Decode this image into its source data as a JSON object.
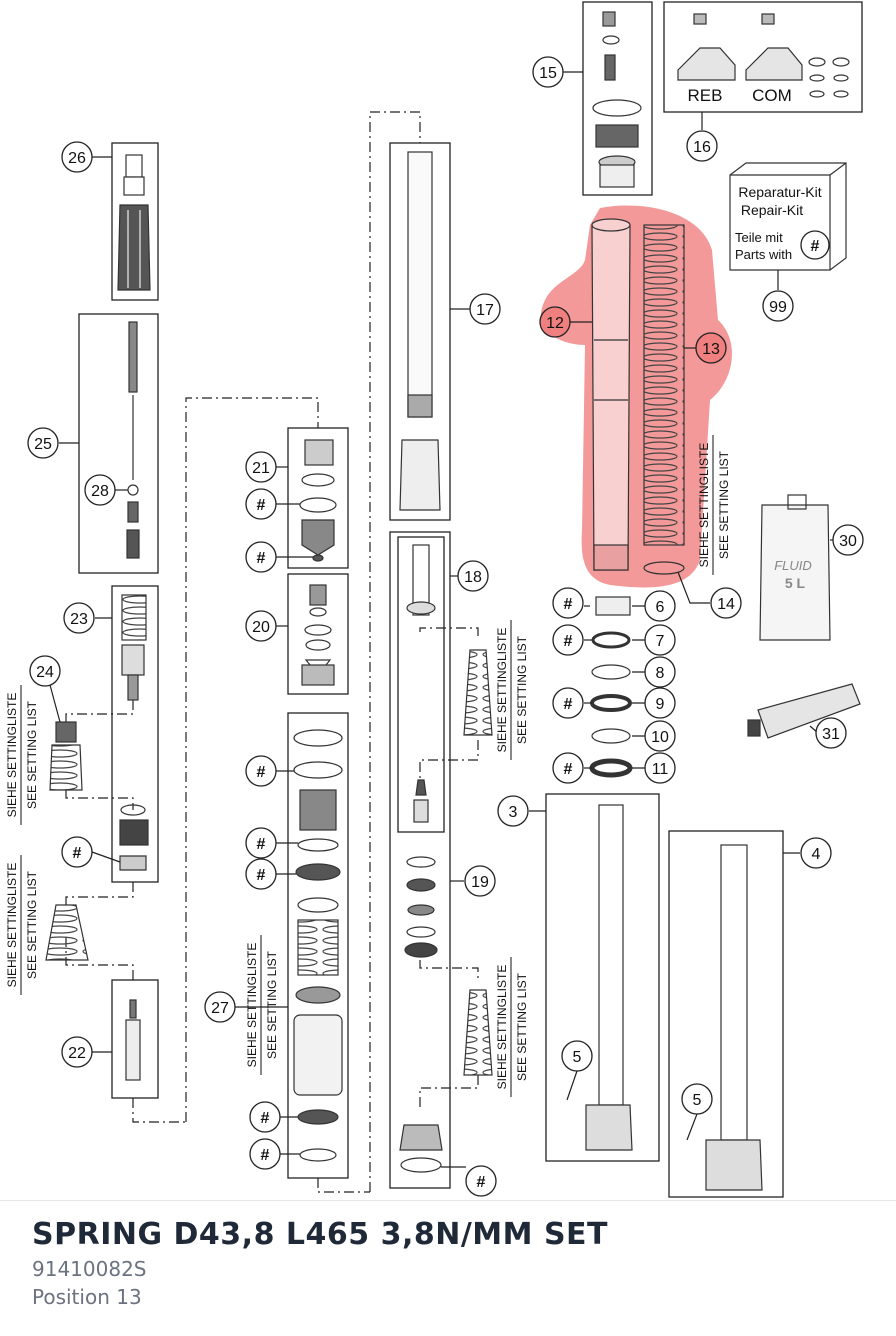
{
  "diagram": {
    "callouts": [
      "3",
      "4",
      "5",
      "5",
      "6",
      "7",
      "8",
      "9",
      "10",
      "11",
      "12",
      "13",
      "14",
      "15",
      "16",
      "17",
      "18",
      "19",
      "20",
      "21",
      "22",
      "23",
      "24",
      "25",
      "26",
      "27",
      "28",
      "30",
      "31",
      "99"
    ],
    "hash_symbol": "#",
    "box16": {
      "reb": "REB",
      "com": "COM"
    },
    "repair_kit": {
      "line1": "Reparatur-Kit",
      "line2": "Repair-Kit",
      "line3": "Teile mit",
      "line4": "Parts with"
    },
    "setting_note": {
      "de": "SIEHE SETTINGLISTE",
      "en": "SEE SETTING LIST"
    },
    "oil_can": {
      "label1": "FLUID",
      "label2": "5 L"
    },
    "highlight": {
      "positions": [
        "12",
        "13"
      ],
      "color": "#f08080"
    }
  },
  "product": {
    "title": "SPRING D43,8 L465 3,8N/MM SET",
    "part_number": "91410082S",
    "position": "Position 13"
  }
}
